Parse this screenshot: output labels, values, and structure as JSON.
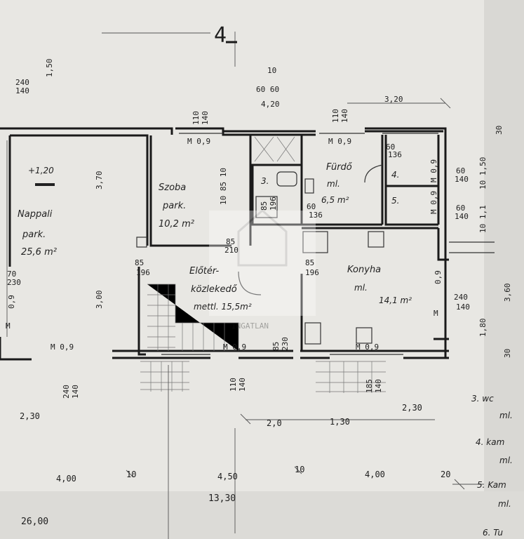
{
  "plan": {
    "section_marker": "4",
    "rooms": {
      "nappali": {
        "name": "Nappali",
        "floor": "park.",
        "area": "25,6 m²",
        "level": "+1,20"
      },
      "szoba": {
        "name": "Szoba",
        "floor": "park.",
        "area": "10,2 m²"
      },
      "furdo": {
        "name": "Fürdő",
        "floor": "ml.",
        "area": "6,5 m²"
      },
      "eloter": {
        "name": "Előtér-",
        "name2": "közlekedő",
        "floor_area": "mettl. 15,5m²"
      },
      "konyha": {
        "name": "Konyha",
        "floor": "ml.",
        "area": "14,1 m²"
      },
      "r3": "3.",
      "r4": "4.",
      "r5": "5."
    },
    "dimensions": {
      "d_240_140_top": [
        "240",
        "140"
      ],
      "d_150": "1,50",
      "d_10_top": "10",
      "d_60_60": "60 60",
      "d_420": "4,20",
      "d_320": "3,20",
      "d_110_140_a": [
        "110",
        "140"
      ],
      "d_110_140_b": [
        "110",
        "140"
      ],
      "d_m09_a": "M 0,9",
      "d_m09_b": "M 0,9",
      "d_370": "3,70",
      "d_85_210": [
        "85",
        "210"
      ],
      "d_1085": "10 85 10",
      "d_60_136": [
        "60",
        "136"
      ],
      "d_60_140_a": [
        "60",
        "140"
      ],
      "d_60_140_b": [
        "60",
        "140"
      ],
      "d_m09_r1": "M 0,9",
      "d_m09_r2": "M 0,9",
      "d_10_150": "10 1,50",
      "d_30": "30",
      "d_10_1": "10 1,1",
      "d_85_196_a": [
        "85",
        "196"
      ],
      "d_85_196_b": [
        "85",
        "196"
      ],
      "d_85_196_c": [
        "85",
        "196"
      ],
      "d_60_136_k": [
        "60",
        "136"
      ],
      "d_70_230": [
        "70",
        "230"
      ],
      "d_09_l": "0,9",
      "d_300": "3,00",
      "d_m_l": "M",
      "d_m09_bl": "M 0,9",
      "d_m09_bm": "M 0,9",
      "d_m09_br": "M 0,9",
      "d_85_230": [
        "85",
        "230"
      ],
      "d_240_140_r": [
        "240",
        "140"
      ],
      "d_09_r": "0,9",
      "d_m_r": "M",
      "d_180": "1,80",
      "d_360": "3,60",
      "d_30_b": "30",
      "d_240_140_bl": [
        "240",
        "140"
      ],
      "d_110_140_bm": [
        "110",
        "140"
      ],
      "d_185_140": [
        "185",
        "140"
      ],
      "d_230_l": "2,30",
      "d_230_r": "2,30",
      "d_20": "2,0",
      "d_130": "1,30",
      "d_400_l": "4,00",
      "d_10_b1": "10",
      "d_450": "4,50",
      "d_10_b2": "10",
      "d_400_r": "4,00",
      "d_20_b": "20",
      "d_1330": "13,30",
      "d_2600": "26,00"
    },
    "legend": {
      "l3": "3. wc",
      "l3v": "ml.",
      "l4": "4. kam",
      "l4v": "ml.",
      "l5": "5. Kam",
      "l5v": "ml.",
      "l6": "6. Tu"
    },
    "watermark": "INGATLAN"
  }
}
